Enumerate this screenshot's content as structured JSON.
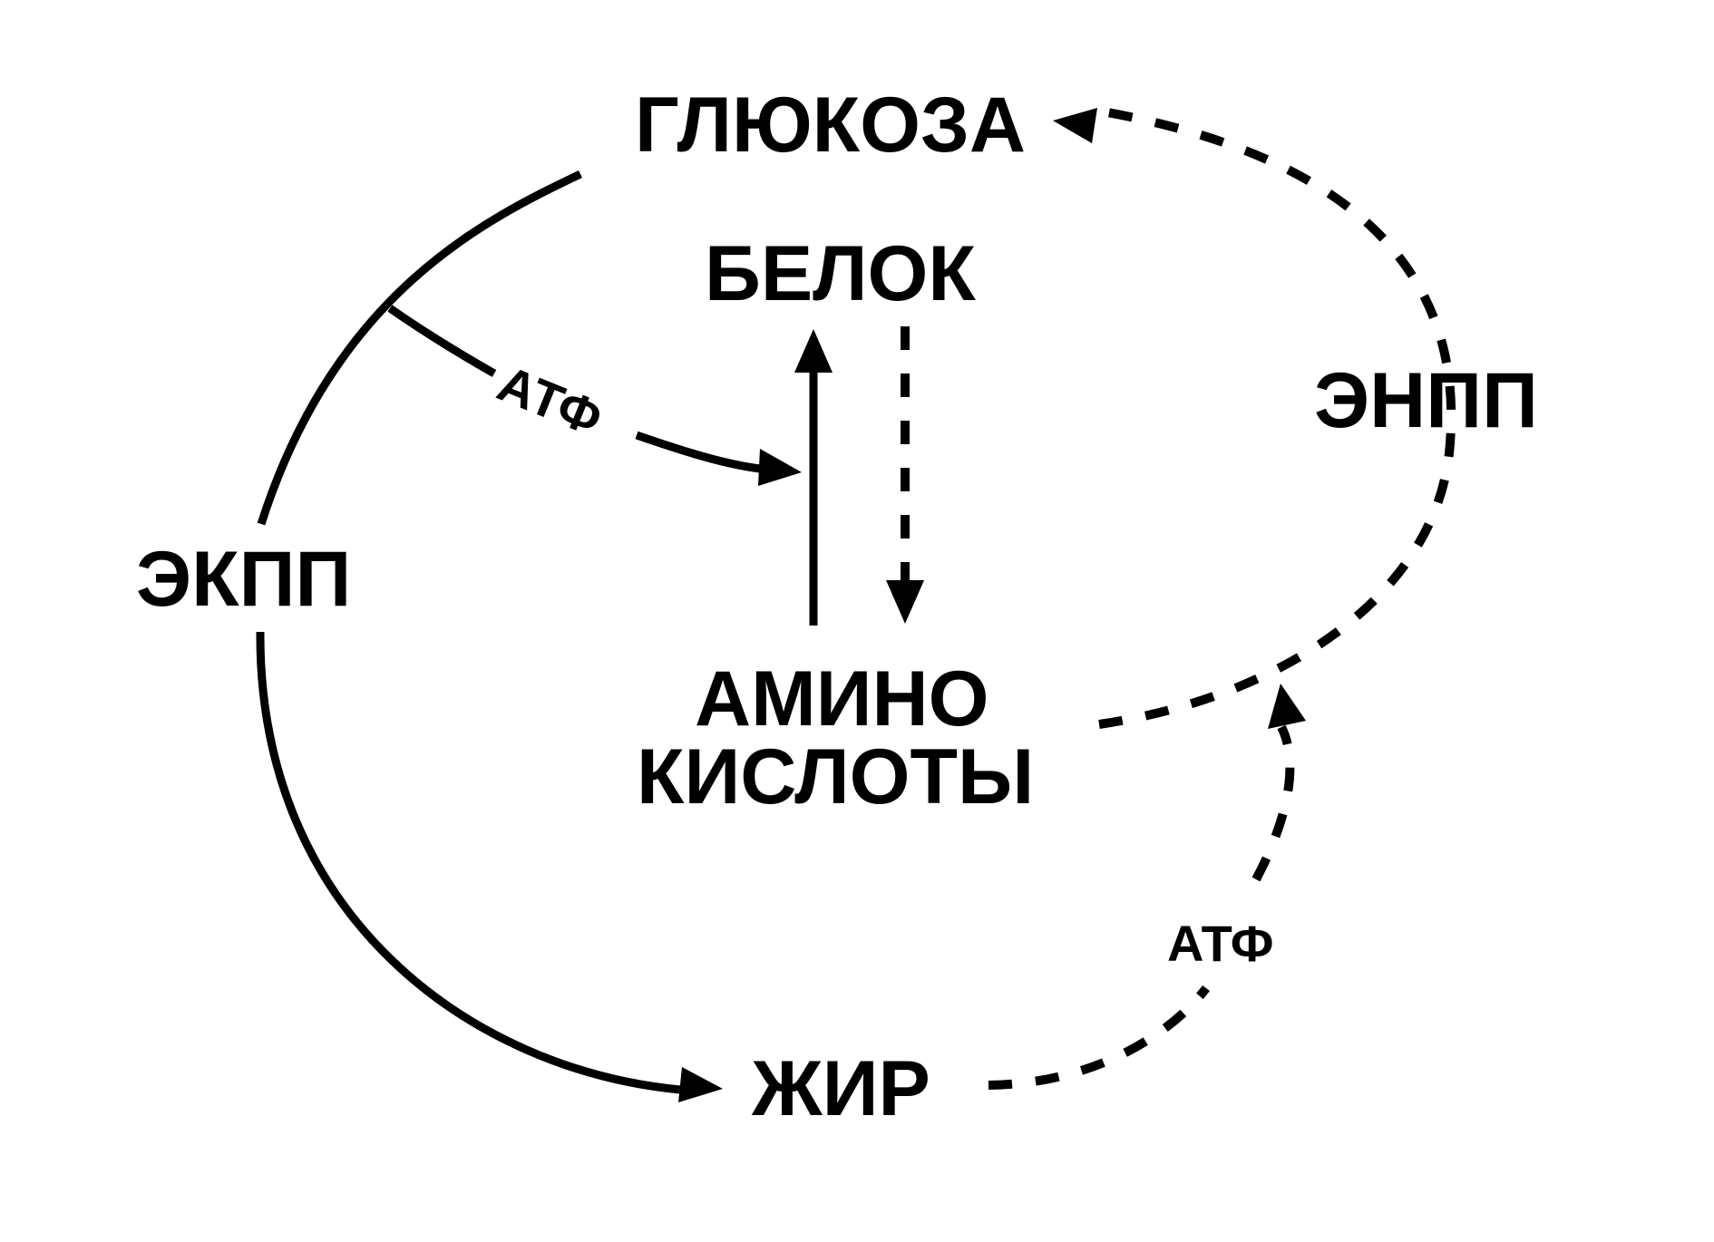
{
  "nodes": {
    "glucose": "ГЛЮКОЗА",
    "protein": "БЕЛОК",
    "ekpp": "ЭКПП",
    "enpp": "ЭНПП",
    "amino_line1": "АМИНО",
    "amino_line2": "КИСЛОТЫ",
    "fat": "ЖИР"
  },
  "edge_labels": {
    "atp_upper": "АТФ",
    "atp_lower": "АТФ"
  },
  "edges": [
    {
      "from": "ekpp",
      "to": "glucose",
      "style": "solid"
    },
    {
      "from": "ekpp",
      "to": "protein",
      "style": "solid",
      "label": "АТФ"
    },
    {
      "from": "amino_acids",
      "to": "protein",
      "style": "solid"
    },
    {
      "from": "protein",
      "to": "amino_acids",
      "style": "dashed"
    },
    {
      "from": "ekpp",
      "to": "fat",
      "style": "solid"
    },
    {
      "from": "amino_acids",
      "to": "glucose",
      "style": "dashed",
      "via": "enpp"
    },
    {
      "from": "fat",
      "to": "amino_acids",
      "style": "dashed",
      "label": "АТФ"
    }
  ]
}
